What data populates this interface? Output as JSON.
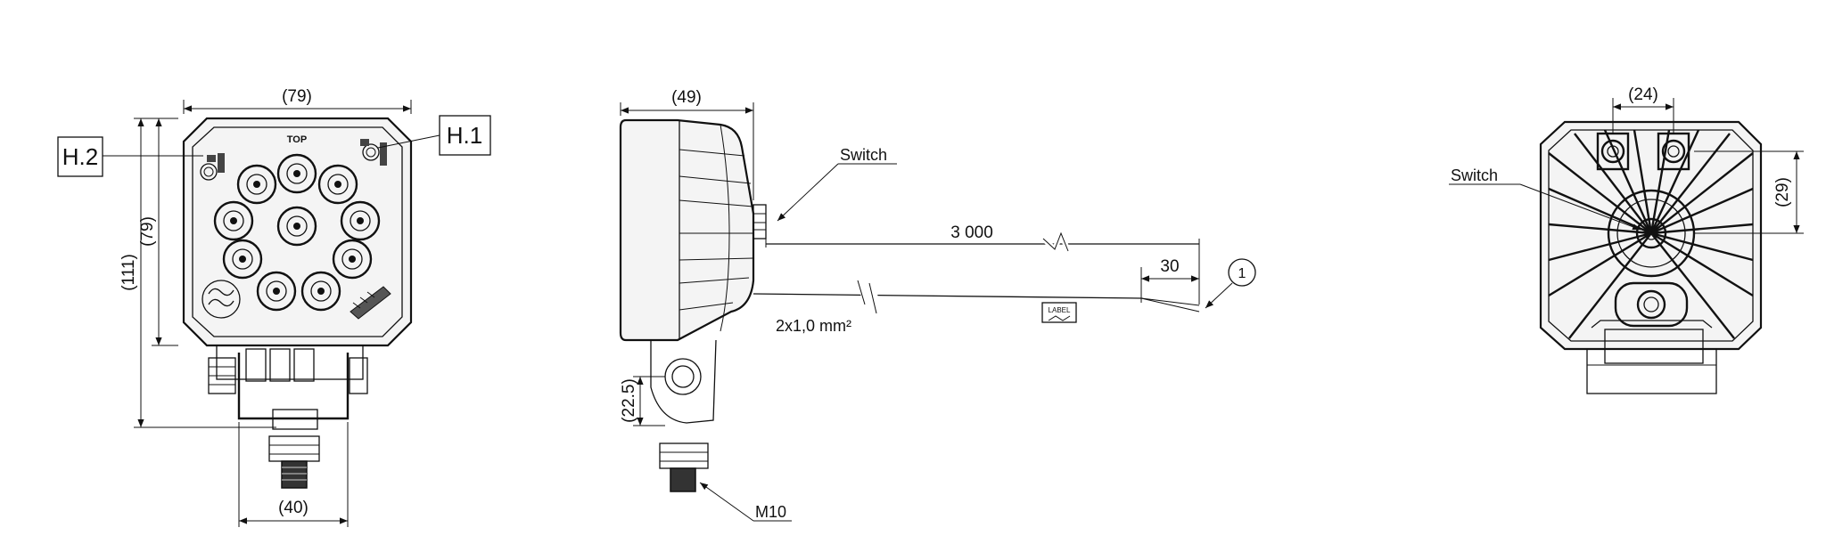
{
  "front_view": {
    "width_label": "(79)",
    "height_label": "(79)",
    "total_height_label": "(111)",
    "bracket_width_label": "(40)",
    "top_mark": "TOP",
    "h1_label": "H.1",
    "h2_label": "H.2"
  },
  "side_view": {
    "depth_label": "(49)",
    "switch_label": "Switch",
    "cable_length_label": "3 000",
    "strip_length_label": "30",
    "callout_number": "1",
    "cable_spec_label": "2x1,0 mm²",
    "tag_label": "LABEL",
    "mount_height_label": "(22.5)",
    "thread_label": "M10"
  },
  "rear_view": {
    "switch_label": "Switch",
    "hole_spacing_label": "(24)",
    "hole_height_label": "(29)"
  }
}
